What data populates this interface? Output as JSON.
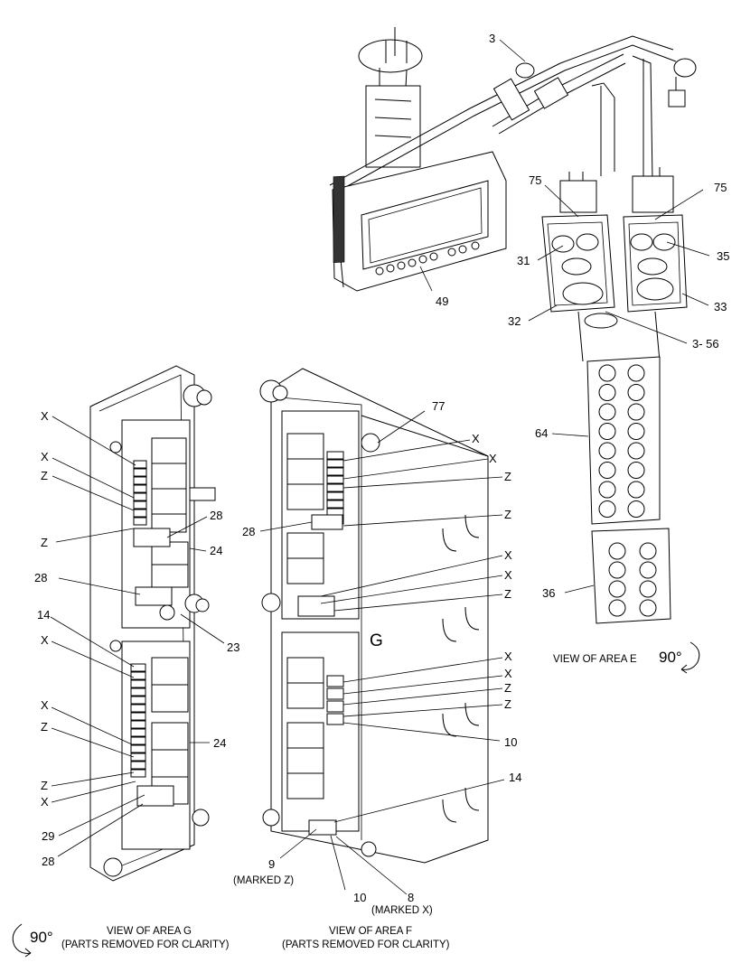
{
  "callouts": {
    "c3": "3",
    "c75a": "75",
    "c75b": "75",
    "c31": "31",
    "c35": "35",
    "c33": "33",
    "c32": "32",
    "c356": "3- 56",
    "c49": "49",
    "c64": "64",
    "c36": "36",
    "c77": "77",
    "g_x1": "X",
    "g_x2": "X",
    "g_z1": "Z",
    "g_z2": "Z",
    "g_28a": "28",
    "g_24a": "24",
    "g_28b": "28",
    "g_23": "23",
    "g_14": "14",
    "g_x3": "X",
    "g_x4": "X",
    "g_z3": "Z",
    "g_24b": "24",
    "g_z4": "Z",
    "g_x5": "X",
    "g_29": "29",
    "g_28c": "28",
    "f_x1": "X",
    "f_x2": "X",
    "f_z1": "Z",
    "f_28": "28",
    "f_z2": "Z",
    "f_x3": "X",
    "f_x4": "X",
    "f_z3": "Z",
    "f_x5": "X",
    "f_x6": "X",
    "f_z4": "Z",
    "f_z5": "Z",
    "f_10a": "10",
    "f_14": "14",
    "f_9": "9",
    "f_marked_z": "(MARKED Z)",
    "f_10b": "10",
    "f_8": "8",
    "f_marked_x": "(MARKED X)"
  },
  "marker_g": "G",
  "rotation_e": "90°",
  "rotation_g": "90°",
  "captions": {
    "area_e": "VIEW OF AREA E",
    "area_g_title": "VIEW OF AREA G",
    "area_g_sub": "(PARTS REMOVED FOR CLARITY)",
    "area_f_title": "VIEW OF AREA F",
    "area_f_sub": "(PARTS REMOVED FOR CLARITY)"
  }
}
